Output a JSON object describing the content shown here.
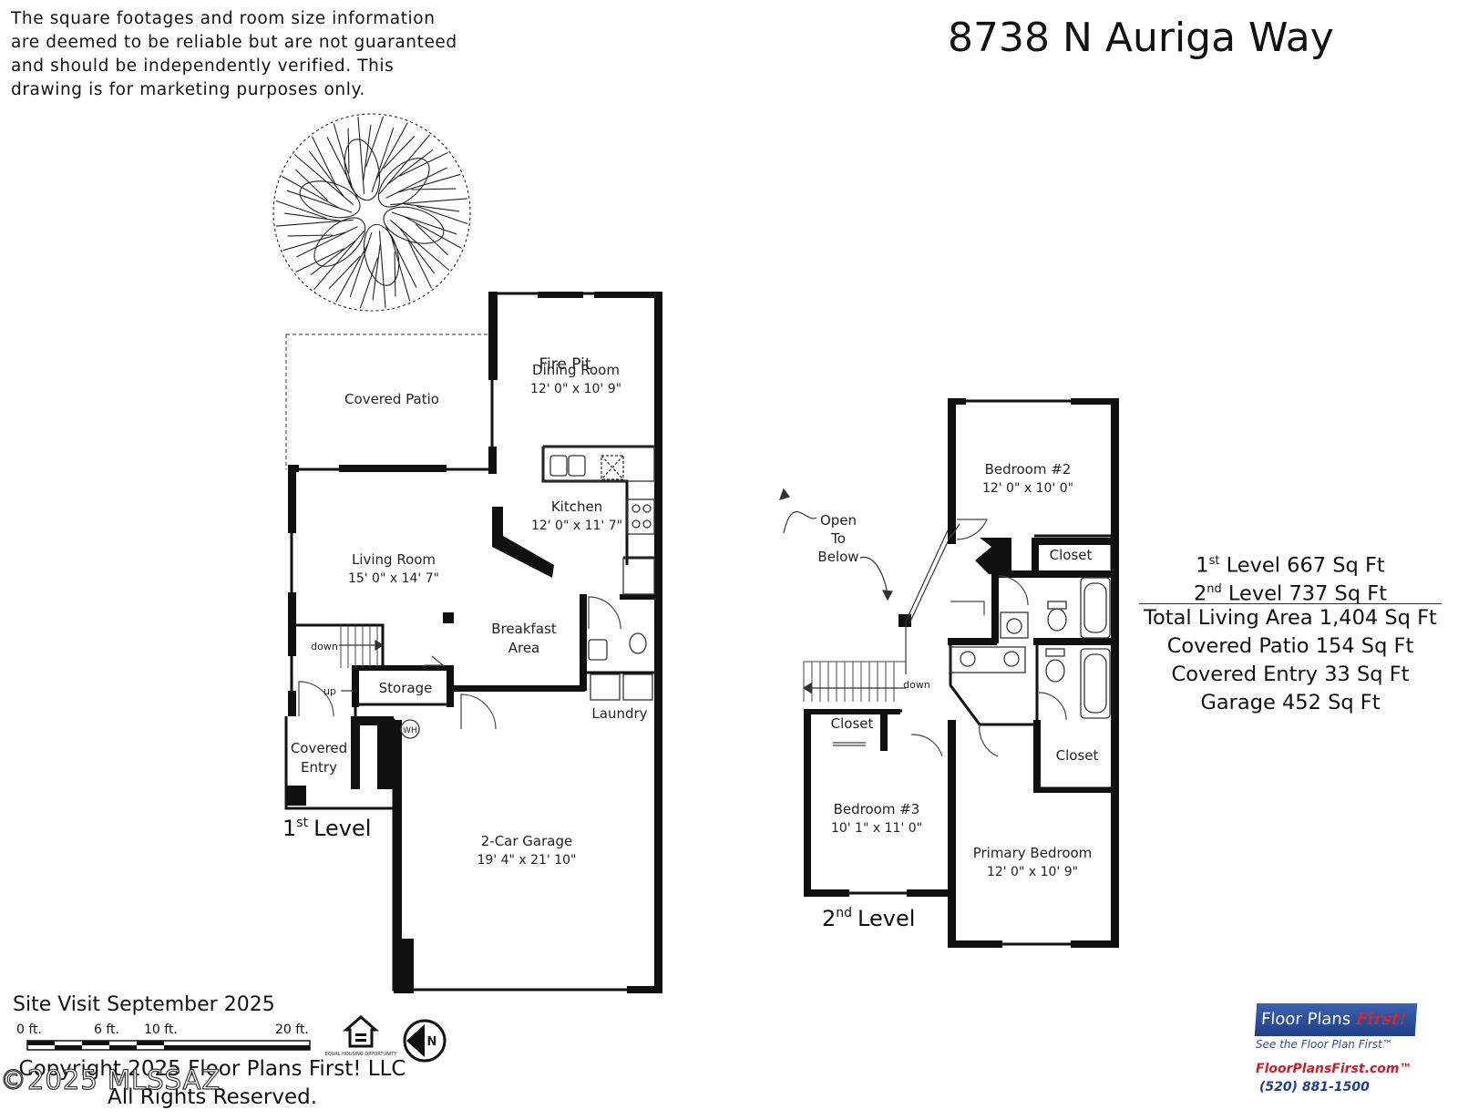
{
  "title": "8738 N Auriga Way",
  "disclaimer": [
    "The square footages and room size information",
    "are deemed to be reliable but are not guaranteed",
    "and should be independently verified. This",
    "drawing is for marketing purposes only."
  ],
  "level1": {
    "label": "Level",
    "ordinal": "1",
    "ordinal_sup": "st",
    "fire_pit": "Fire Pit",
    "rooms": {
      "dining": {
        "name": "Dining Room",
        "dim": "12' 0\" x 10' 9\""
      },
      "covered_patio": {
        "name": "Covered Patio"
      },
      "kitchen": {
        "name": "Kitchen",
        "dim": "12' 0\" x 11' 7\""
      },
      "living": {
        "name": "Living Room",
        "dim": "15' 0\" x 14' 7\""
      },
      "breakfast": {
        "name1": "Breakfast",
        "name2": "Area"
      },
      "storage": {
        "name": "Storage"
      },
      "laundry": {
        "name": "Laundry"
      },
      "covered_entry": {
        "name1": "Covered",
        "name2": "Entry"
      },
      "garage": {
        "name": "2-Car Garage",
        "dim": "19' 4\" x 21' 10\""
      }
    },
    "stair_down": "down",
    "stair_up": "up",
    "water_heater": "WH"
  },
  "level2": {
    "label": "Level",
    "ordinal": "2",
    "ordinal_sup": "nd",
    "open_to_below": [
      "Open",
      "To",
      "Below"
    ],
    "stair_down": "down",
    "rooms": {
      "bedroom2": {
        "name": "Bedroom #2",
        "dim": "12' 0\" x 10' 0\""
      },
      "closet_b2": {
        "name": "Closet"
      },
      "closet_b3": {
        "name": "Closet"
      },
      "closet_primary": {
        "name": "Closet"
      },
      "bedroom3": {
        "name": "Bedroom #3",
        "dim": "10' 1\" x 11' 0\""
      },
      "primary": {
        "name": "Primary Bedroom",
        "dim": "12' 0\" x 10' 9\""
      }
    }
  },
  "stats": [
    {
      "ordinal": "1",
      "sup": "st",
      "text": " Level 667 Sq Ft"
    },
    {
      "ordinal": "2",
      "sup": "nd",
      "text": " Level 737 Sq Ft"
    },
    {
      "text": "Total Living Area 1,404 Sq Ft"
    },
    {
      "text": "Covered Patio 154 Sq Ft"
    },
    {
      "text": "Covered Entry 33 Sq Ft"
    },
    {
      "text": "Garage 452 Sq Ft"
    }
  ],
  "site_visit": "Site Visit September 2025",
  "scale": {
    "labels": [
      "0 ft.",
      "6 ft.",
      "10 ft.",
      "20 ft."
    ]
  },
  "copyright": [
    "Copyright 2025 Floor Plans First! LLC",
    "All Rights Reserved."
  ],
  "mls_watermark": "©2025 MLSSAZ",
  "north_label": "N",
  "eho_label": "EQUAL HOUSING OPPORTUNITY",
  "brand": {
    "name_a": "Floor Plans",
    "name_b": "First!",
    "tagline": "See the Floor Plan First™",
    "url": "FloorPlansFirst.com™",
    "phone": "(520) 881-1500"
  },
  "colors": {
    "wall": "#111111",
    "brand_blue": "#1f3f86",
    "brand_red": "#c8202a"
  }
}
